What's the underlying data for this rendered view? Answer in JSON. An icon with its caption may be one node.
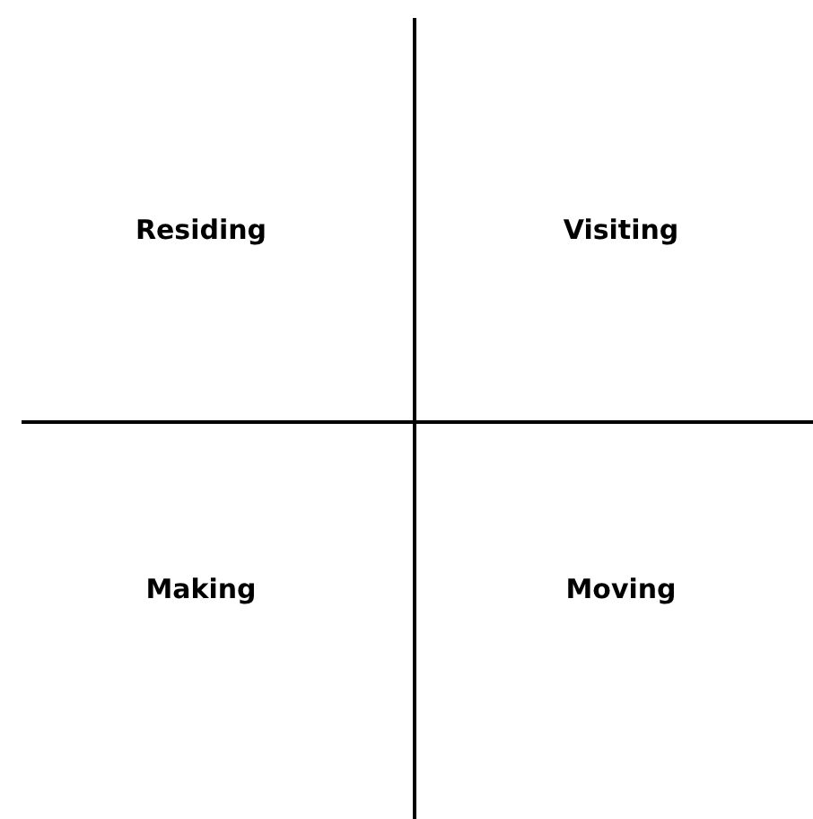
{
  "diagram": {
    "labels": [
      "Residing",
      "Visiting",
      "Making",
      "Moving"
    ]
  }
}
